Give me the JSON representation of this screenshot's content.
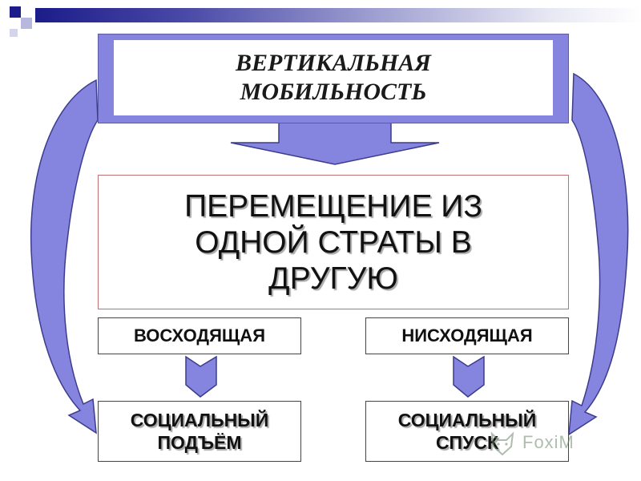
{
  "diagram": {
    "title": [
      "ВЕРТИКАЛЬНАЯ",
      "МОБИЛЬНОСТЬ"
    ],
    "definition": [
      "ПЕРЕМЕЩЕНИЕ ИЗ",
      "ОДНОЙ СТРАТЫ В",
      "ДРУГУЮ"
    ],
    "left_category": "ВОСХОДЯЩАЯ",
    "right_category": "НИСХОДЯЩАЯ",
    "left_result": [
      "СОЦИАЛЬНЫЙ",
      "ПОДЪЁМ"
    ],
    "right_result": [
      "СОЦИАЛЬНЫЙ",
      "СПУСК"
    ]
  },
  "watermark": {
    "text": "FoxiM"
  },
  "colors": {
    "arrow_fill": "#8585e0",
    "arrow_stroke": "#3c3c8c",
    "title_frame": "#8585e0",
    "definition_border": "#c07070",
    "box_border": "#444444",
    "top_bar_dark": "#1c1c8a"
  }
}
